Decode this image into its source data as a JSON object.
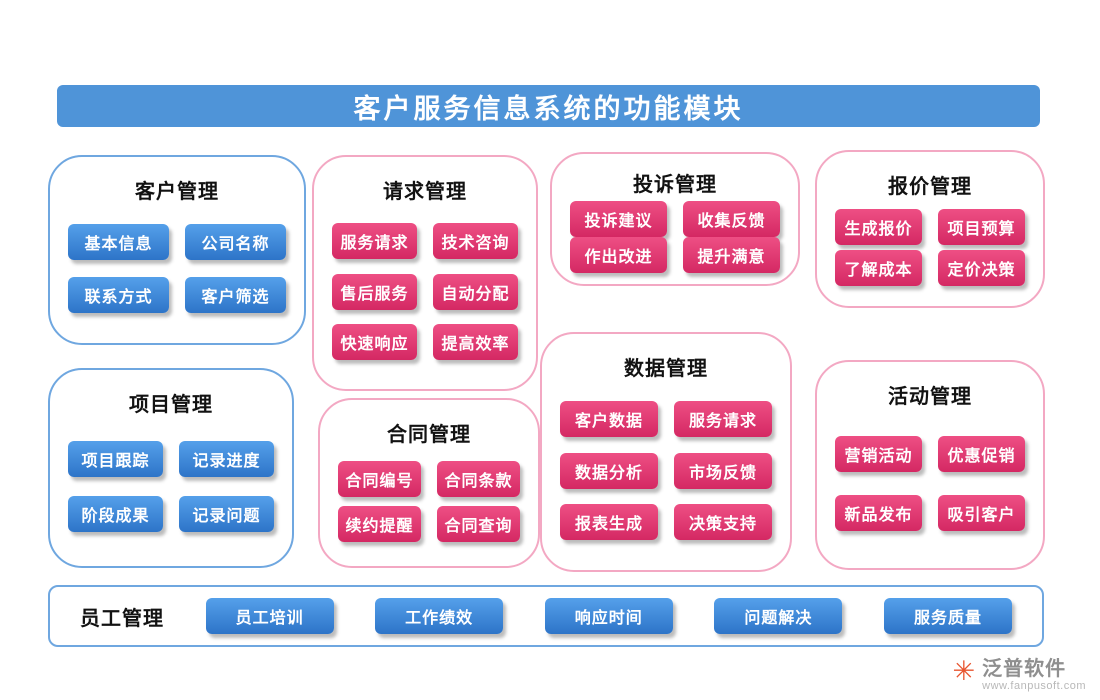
{
  "title": "客户服务信息系统的功能模块",
  "watermark": "泛普软件",
  "colors": {
    "title_bar": "#4f94d8",
    "blue_button": "#2d74c8",
    "pink_button": "#d42863",
    "blue_border": "#6fa7e0",
    "pink_border": "#f3a8c3",
    "brand_orange": "#e8552f"
  },
  "cards": [
    {
      "title": "客户管理",
      "theme": "blue",
      "buttons": [
        "基本信息",
        "公司名称",
        "联系方式",
        "客户筛选"
      ]
    },
    {
      "title": "请求管理",
      "theme": "pink",
      "buttons": [
        "服务请求",
        "技术咨询",
        "售后服务",
        "自动分配",
        "快速响应",
        "提高效率"
      ]
    },
    {
      "title": "投诉管理",
      "theme": "pink",
      "buttons": [
        "投诉建议",
        "收集反馈",
        "作出改进",
        "提升满意"
      ]
    },
    {
      "title": "报价管理",
      "theme": "pink",
      "buttons": [
        "生成报价",
        "项目预算",
        "了解成本",
        "定价决策"
      ]
    },
    {
      "title": "项目管理",
      "theme": "blue",
      "buttons": [
        "项目跟踪",
        "记录进度",
        "阶段成果",
        "记录问题"
      ]
    },
    {
      "title": "合同管理",
      "theme": "pink",
      "buttons": [
        "合同编号",
        "合同条款",
        "续约提醒",
        "合同查询"
      ]
    },
    {
      "title": "数据管理",
      "theme": "pink",
      "buttons": [
        "客户数据",
        "服务请求",
        "数据分析",
        "市场反馈",
        "报表生成",
        "决策支持"
      ]
    },
    {
      "title": "活动管理",
      "theme": "pink",
      "buttons": [
        "营销活动",
        "优惠促销",
        "新品发布",
        "吸引客户"
      ]
    }
  ],
  "employee_bar": {
    "title": "员工管理",
    "buttons": [
      "员工培训",
      "工作绩效",
      "响应时间",
      "问题解决",
      "服务质量"
    ]
  },
  "footer": {
    "brand": "泛普软件",
    "url": "www.fanpusoft.com"
  }
}
